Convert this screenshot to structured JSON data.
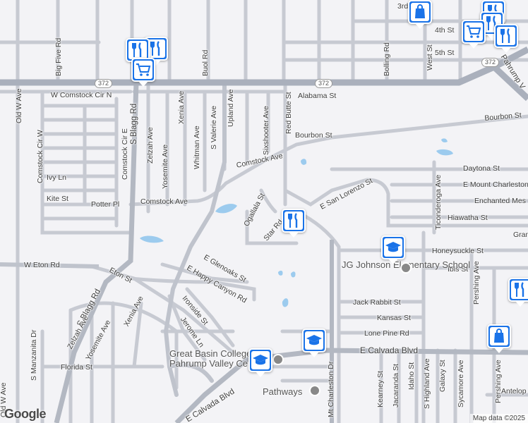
{
  "map": {
    "streets": {
      "third_st": "3rd",
      "fourth_st": "4th St",
      "fifth_st": "5th St",
      "big_five_rd": "Big Five Rd",
      "buol_rd": "Buol Rd",
      "bolling_rd": "Bolling Rd",
      "west_st": "West St",
      "pahrump_valley": "Pahrump V",
      "comstock_cir_n": "W Comstock Cir N",
      "alabama_st": "Alabama St",
      "s_blagg_rd": "S Blagg Rd",
      "red_butte_st": "Red Butte St",
      "old_w_ave": "Old W Ave",
      "comstock_cir_w": "Comstock Cir W",
      "comstock_cir_e": "Comstock Cir E",
      "xenia_ave": "Xenia Ave",
      "zelzah_ave": "Zelzah Ave",
      "yosemite_ave": "Yosemite Ave",
      "whitman_ave": "Whitman Ave",
      "s_valerie_ave": "S Valerie Ave",
      "upland_ave": "Upland Ave",
      "sixshooter_ave": "Sixshooter Ave",
      "bourbon_st": "Bourbon St",
      "bourbon_st_e": "Bourbon St",
      "comstock_ave": "Comstock Ave",
      "comstock_ave_w": "Comstock Ave",
      "ivy_ln": "Ivy Ln",
      "kite_st": "Kite St",
      "potter_pl": "Potter Pl",
      "ogallala_st": "Ogallala St",
      "star_rd": "Star Rd",
      "e_san_lorenzo_st": "E San Lorenzo St",
      "ticonderoga_ave": "Ticonderoga Ave",
      "daytona_st": "Daytona St",
      "e_mount_charleston": "E Mount Charleston",
      "enchanted_mes": "Enchanted Mes",
      "hiawatha_st": "Hiawatha St",
      "gran": "Gran",
      "honeysuckle_st": "Honeysuckle St",
      "ibis_st": "Ibis St",
      "pershing_ave": "Pershing Ave",
      "pershing_ave_s": "Pershing Ave",
      "w_eton_rd": "W Eton Rd",
      "eton_st": "Eton St",
      "s_blagg_rd_s": "S Blagg Rd",
      "e_glenoaks_st": "E Glenoaks St",
      "e_happy_canyon_rd": "E Happy Canyon Rd",
      "ironside_st": "Ironside St",
      "jerome_ln": "Jerome Ln",
      "xenia_ave_s": "Xenia Ave",
      "zelzah_ave_s": "Zelzah Ave",
      "yosemite_ave_s": "Yosemite Ave",
      "s_manzanita_dr": "S Manzanita Dr",
      "florida_st": "Florida St",
      "old_w_ave_s": "Old W Ave",
      "jack_rabbit_st": "Jack Rabbit St",
      "kansas_st": "Kansas St",
      "lone_pine_rd": "Lone Pine Rd",
      "e_calvada_blvd": "E Calvada Blvd",
      "e_calvada_blvd_sw": "E Calvada Blvd",
      "mt_charleston_dr": "Mt Charleston Dr",
      "kearney_st": "Kearney St",
      "jacaranda_st": "Jacaranda St",
      "idaho_st": "Idaho St",
      "s_highland_ave": "S Highland Ave",
      "galaxy_st": "Galaxy St",
      "sycamore_ave": "Sycamore Ave",
      "antelope": "Antelop"
    },
    "highway_shield": "372",
    "places": {
      "jg_johnson": "JG Johnson Elementary School",
      "great_basin": "Great Basin College Pahrump Valley Ce",
      "pathways": "Pathways"
    },
    "poi_icons": {
      "restaurant": "fork-knife-icon",
      "grocery": "shopping-cart-icon",
      "shopping": "shopping-bag-icon",
      "school": "graduation-cap-icon"
    },
    "colors": {
      "poi_blue": "#1a73e8",
      "highway": "#aab0bc",
      "water": "#9ccbee"
    }
  },
  "footer": {
    "logo": "Google",
    "attribution": "Map data ©2025"
  }
}
